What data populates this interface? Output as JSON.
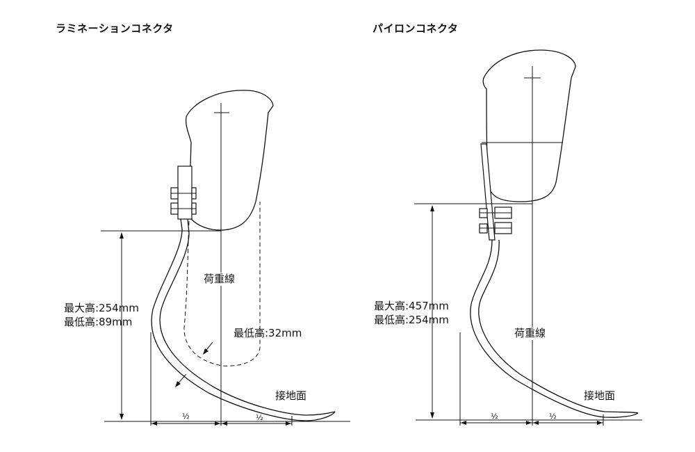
{
  "left_panel": {
    "title": "ラミネーションコネクタ",
    "height_max": "最大高:254mm",
    "height_min": "最低高:89mm",
    "load_line": "荷重線",
    "min_height_note": "最低高:32mm",
    "ground": "接地面",
    "half_a": "½",
    "half_b": "½"
  },
  "right_panel": {
    "title": "パイロンコネクタ",
    "height_max": "最大高:457mm",
    "height_min": "最低高:254mm",
    "load_line": "荷重線",
    "ground": "接地面",
    "half_a": "½",
    "half_b": "½"
  }
}
